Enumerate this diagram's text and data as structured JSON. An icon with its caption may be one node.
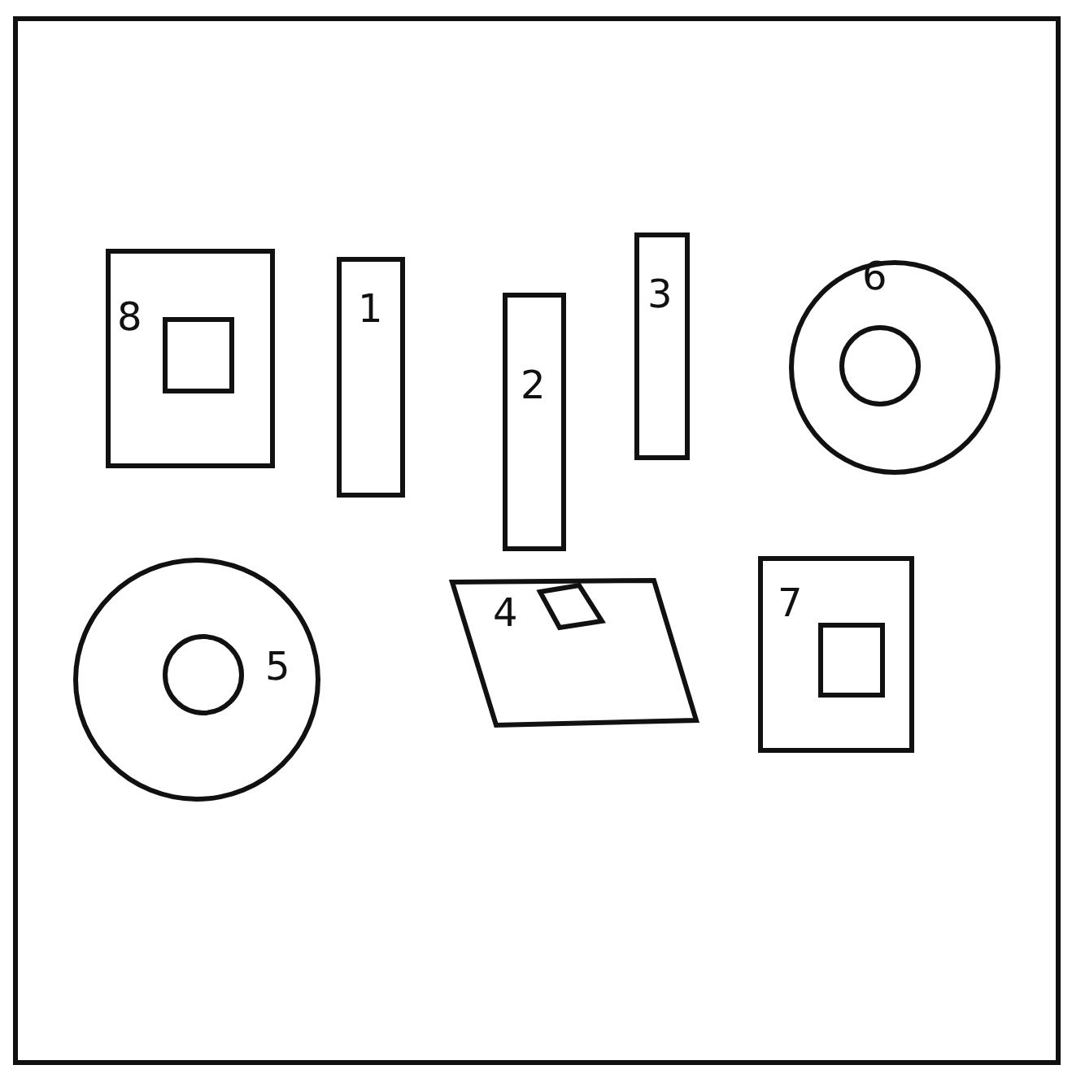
{
  "diagram": {
    "nodes": [
      {
        "text": [
          "8"
        ]
      },
      {
        "text": [],
        "shape": "box",
        "in": 0
      },
      {
        "text": [
          "1"
        ]
      },
      {
        "text": [
          "2"
        ]
      },
      {
        "text": [
          "3"
        ]
      },
      {
        "text": [
          "6"
        ]
      },
      {
        "text": [],
        "shape": "circle",
        "in": 5
      },
      {
        "text": [
          "5"
        ]
      },
      {
        "text": [],
        "shape": "circle",
        "in": 7
      },
      {
        "text": [
          "4"
        ]
      },
      {
        "text": [],
        "shape": "diamond",
        "in": 9
      },
      {
        "text": [
          "7"
        ]
      },
      {
        "text": [],
        "shape": "box",
        "in": 11
      }
    ]
  }
}
